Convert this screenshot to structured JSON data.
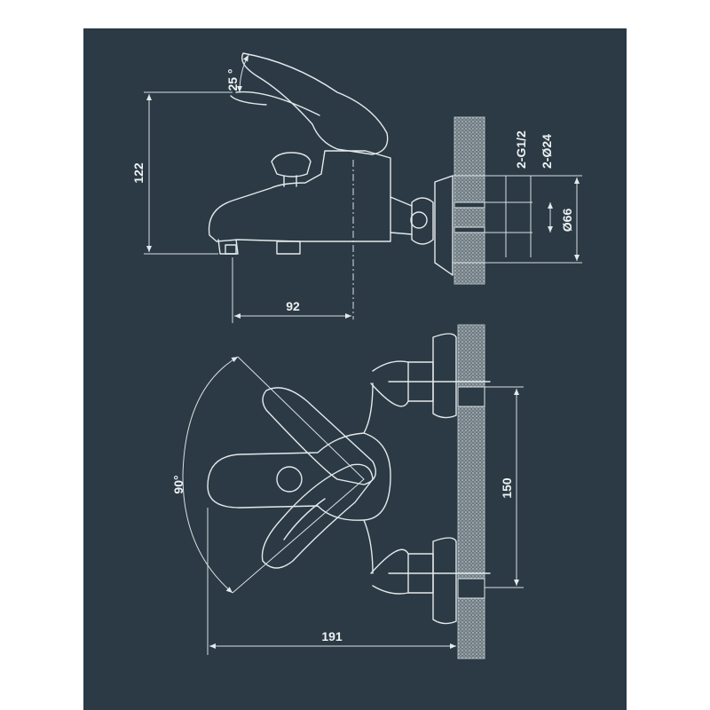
{
  "drawing": {
    "angle_top": "25 °",
    "height": "122",
    "projection": "92",
    "thread": "2-G1/2",
    "pipe_dia": "2-Ø24",
    "flange_dia": "Ø66",
    "swing_angle": "90°",
    "centers": "150",
    "overall_width": "191"
  },
  "colors": {
    "background": "#2b3a44",
    "line": "#e4e9ec"
  }
}
